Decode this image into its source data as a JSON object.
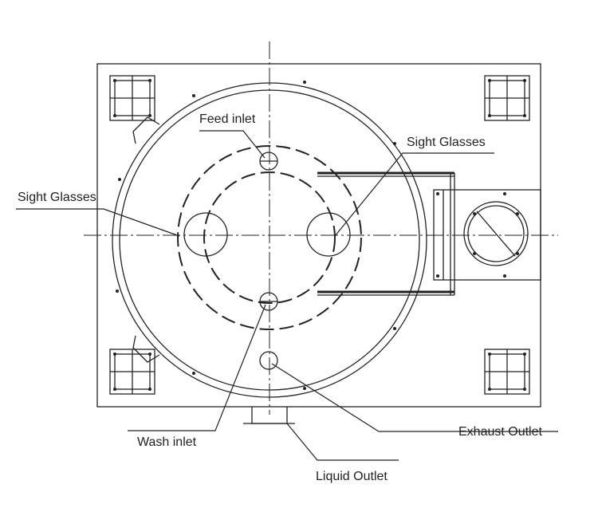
{
  "labels": {
    "feed_inlet": "Feed inlet",
    "sight_glasses_right": "Sight Glasses",
    "sight_glasses_left": "Sight Glasses",
    "wash_inlet": "Wash inlet",
    "exhaust_outlet": "Exhaust Outlet",
    "liquid_outlet": "Liquid Outlet"
  },
  "colors": {
    "line": "#222222",
    "background": "#ffffff"
  }
}
